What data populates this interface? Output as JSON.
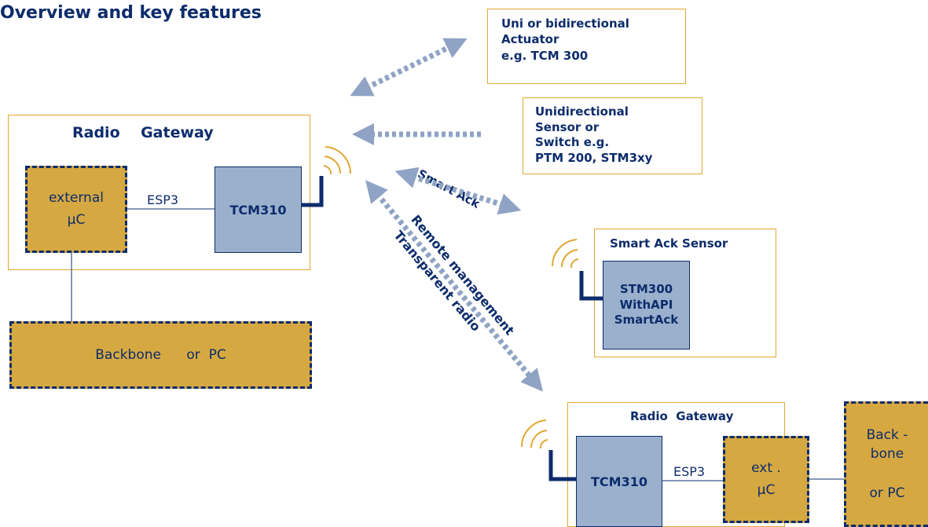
{
  "title": "Overview and key features",
  "gateway_left": {
    "title": "Radio    Gateway",
    "ext_uc": "external\nµC",
    "esp3": "ESP3",
    "tcm": "TCM310"
  },
  "backbone_left": "Backbone      or  PC",
  "actuator": "Uni or bidirectional\nActuator\ne.g. TCM 300",
  "sensor": "Unidirectional\nSensor or\nSwitch e.g.\nPTM 200, STM3xy",
  "smart_ack_sensor": {
    "title": "Smart Ack Sensor",
    "module": "STM300\nWithAPI\nSmartAck"
  },
  "arrow_labels": {
    "smart_ack": "Smart Ack",
    "remote": "Remote management",
    "transparent": "Transparent radio"
  },
  "gateway_right": {
    "title": "Radio  Gateway",
    "tcm": "TCM310",
    "esp3": "ESP3",
    "ext_uc": "ext .\nµC"
  },
  "backbone_right": "Back -\nbone\n\nor  PC",
  "colors": {
    "navy": "#0d2c6b",
    "gold": "#d5a841",
    "blue_module": "#9ab0cd",
    "frame": "#e0a832",
    "arrow": "#8fa3c4"
  }
}
